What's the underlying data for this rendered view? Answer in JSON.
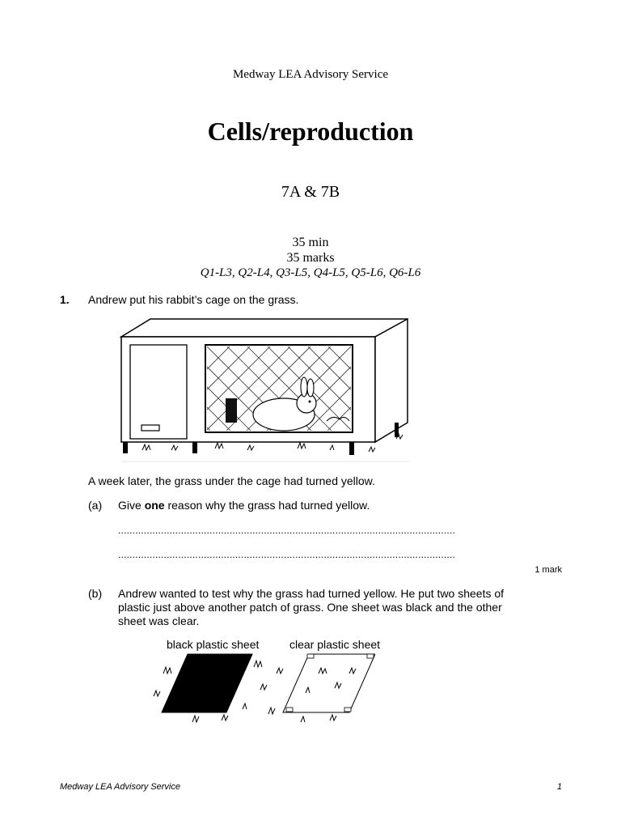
{
  "header": {
    "service": "Medway LEA Advisory Service"
  },
  "title": "Cells/reproduction",
  "code": "7A & 7B",
  "meta": {
    "time": "35 min",
    "marks": "35 marks",
    "levels": "Q1-L3, Q2-L4, Q3-L5, Q4-L5, Q5-L6, Q6-L6"
  },
  "q1": {
    "number": "1.",
    "text": "Andrew put his rabbit’s cage on the grass.",
    "after": "A week later, the grass under the cage had turned yellow.",
    "a": {
      "label": "(a)",
      "pre": "Give ",
      "bold": "one",
      "post": " reason why the grass had turned yellow.",
      "dots1": "......................................................................................................................",
      "dots2": "......................................................................................................................",
      "mark": "1 mark"
    },
    "b": {
      "label": "(b)",
      "text": "Andrew wanted to test why the grass had turned yellow. He put two sheets of plastic just above another patch of grass. One sheet was black and the other sheet was clear.",
      "label_black": "black plastic sheet",
      "label_clear": "clear plastic sheet"
    }
  },
  "footer": {
    "left": "Medway LEA Advisory Service",
    "page": "1"
  }
}
